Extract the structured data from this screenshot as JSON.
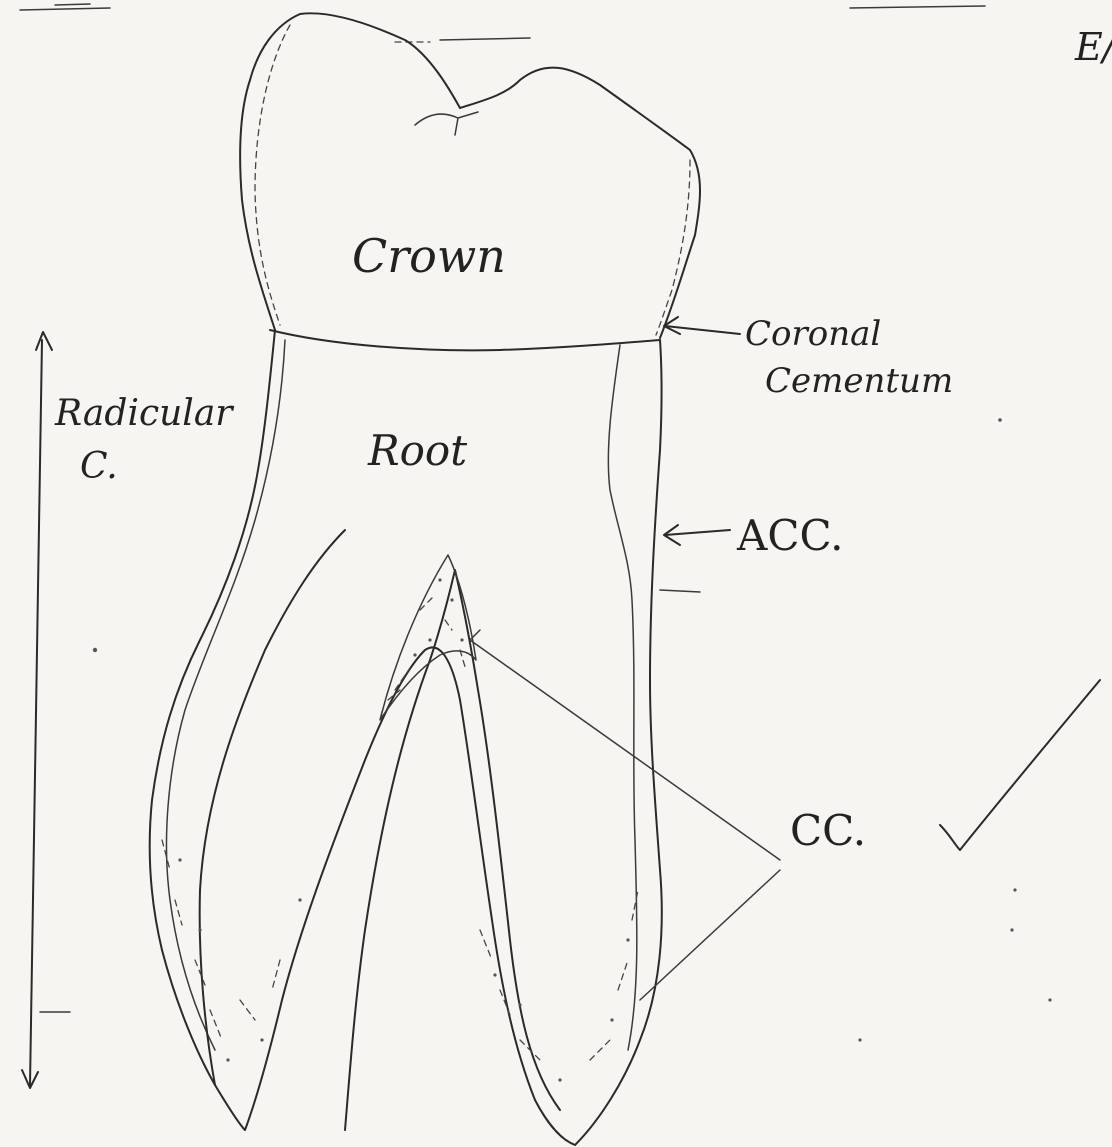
{
  "labels": {
    "crown": "Crown",
    "root": "Root",
    "coronal_line1": "Coronal",
    "coronal_line2": "Cementum",
    "radicular_line1": "Radicular",
    "radicular_line2": "C.",
    "acc": "ACC.",
    "cc": "CC."
  },
  "corner_mark": "E/",
  "colors": {
    "paper": "#f7f5f2",
    "ink": "#2a2a2a"
  }
}
